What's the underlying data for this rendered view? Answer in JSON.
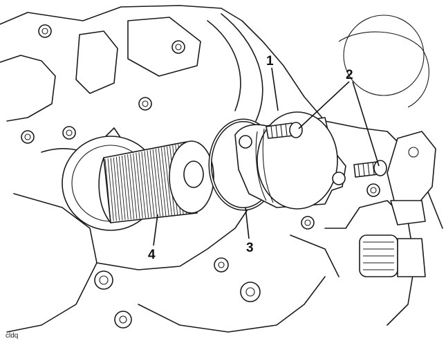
{
  "figure_code": "cldq",
  "callouts": [
    {
      "number": "1",
      "part": "oil-filter-cover"
    },
    {
      "number": "2",
      "part": "cover-bolts"
    },
    {
      "number": "3",
      "part": "o-ring"
    },
    {
      "number": "4",
      "part": "oil-filter-element"
    }
  ],
  "colors": {
    "ink": "#1a1a1a",
    "background": "#ffffff"
  }
}
